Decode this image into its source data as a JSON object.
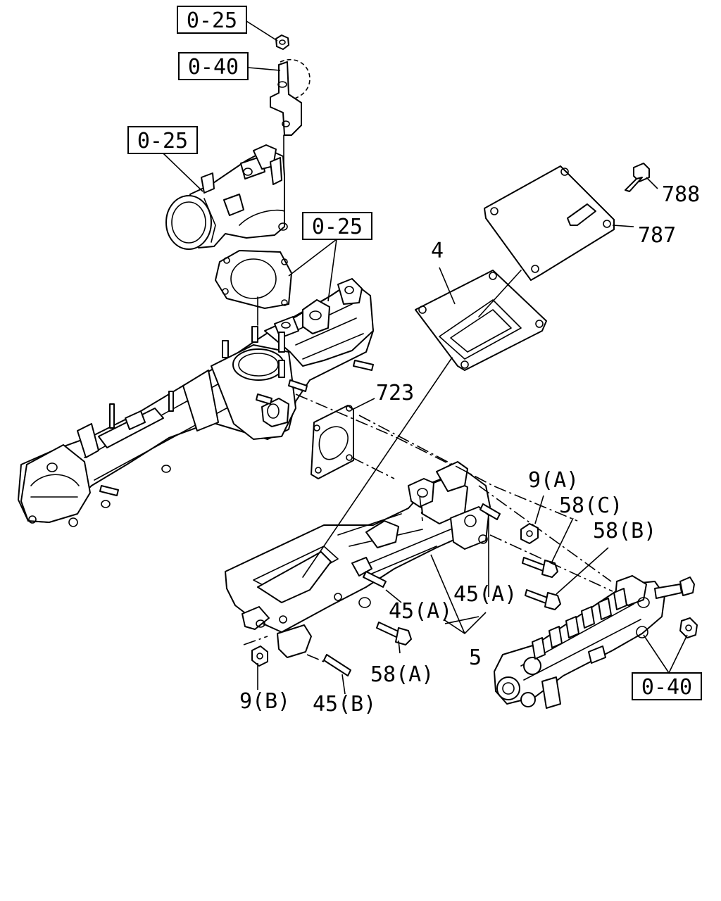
{
  "refs": {
    "ref_top_025": "0-25",
    "ref_top_040": "0-40",
    "ref_throttle_025": "0-25",
    "ref_mid_025": "0-25",
    "ref_bottom_040": "0-40"
  },
  "parts": {
    "p788": "788",
    "p787": "787",
    "p4": "4",
    "p723": "723",
    "p9a": "9(A)",
    "p58c": "58(C)",
    "p58b": "58(B)",
    "p45a_right": "45(A)",
    "p45a_left": "45(A)",
    "p5": "5",
    "p58a": "58(A)",
    "p9b": "9(B)",
    "p45b": "45(B)"
  }
}
